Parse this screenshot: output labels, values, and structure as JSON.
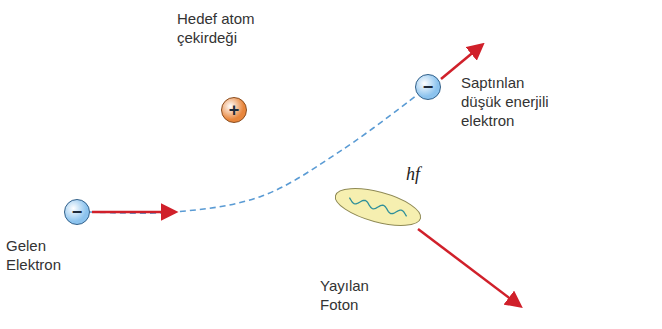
{
  "diagram": {
    "nodes": [
      {
        "text": [
          "Hedef atom çekirdeği",
          "+"
        ]
      },
      {
        "text": [
          "−",
          "Gelen Elektron"
        ]
      },
      {
        "text": [
          "−",
          "Saptınlan düşük enerjili elektron"
        ]
      },
      {
        "text": [
          "hf"
        ]
      }
    ],
    "edges": [
      {
        "from": 1,
        "to": 2,
        "arrow": "none"
      }
    ],
    "labels": [
      "Yayılan Foton"
    ]
  }
}
